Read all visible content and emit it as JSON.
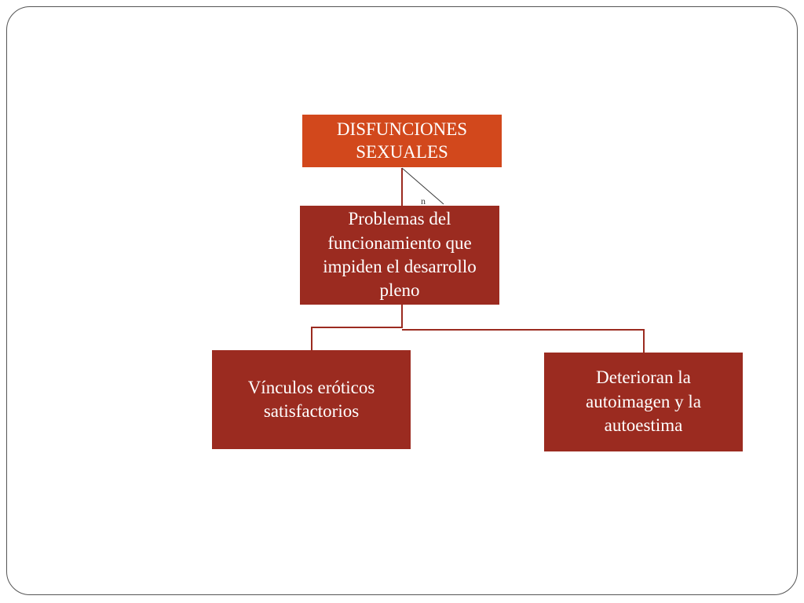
{
  "diagram": {
    "colors": {
      "top_fill": "#d2481c",
      "node_fill": "#9b2b20",
      "connector": "#9b2b20",
      "text": "#ffffff",
      "slide_border": "#555555"
    },
    "nodes": {
      "top": {
        "label": "DISFUNCIONES SEXUALES"
      },
      "middle": {
        "label": "Problemas del funcionamiento que impiden el desarrollo pleno"
      },
      "left": {
        "label": "Vínculos eróticos satisfactorios"
      },
      "right": {
        "label": "Deterioran la autoimagen y la autoestima"
      }
    },
    "stray_glyph": "n"
  }
}
